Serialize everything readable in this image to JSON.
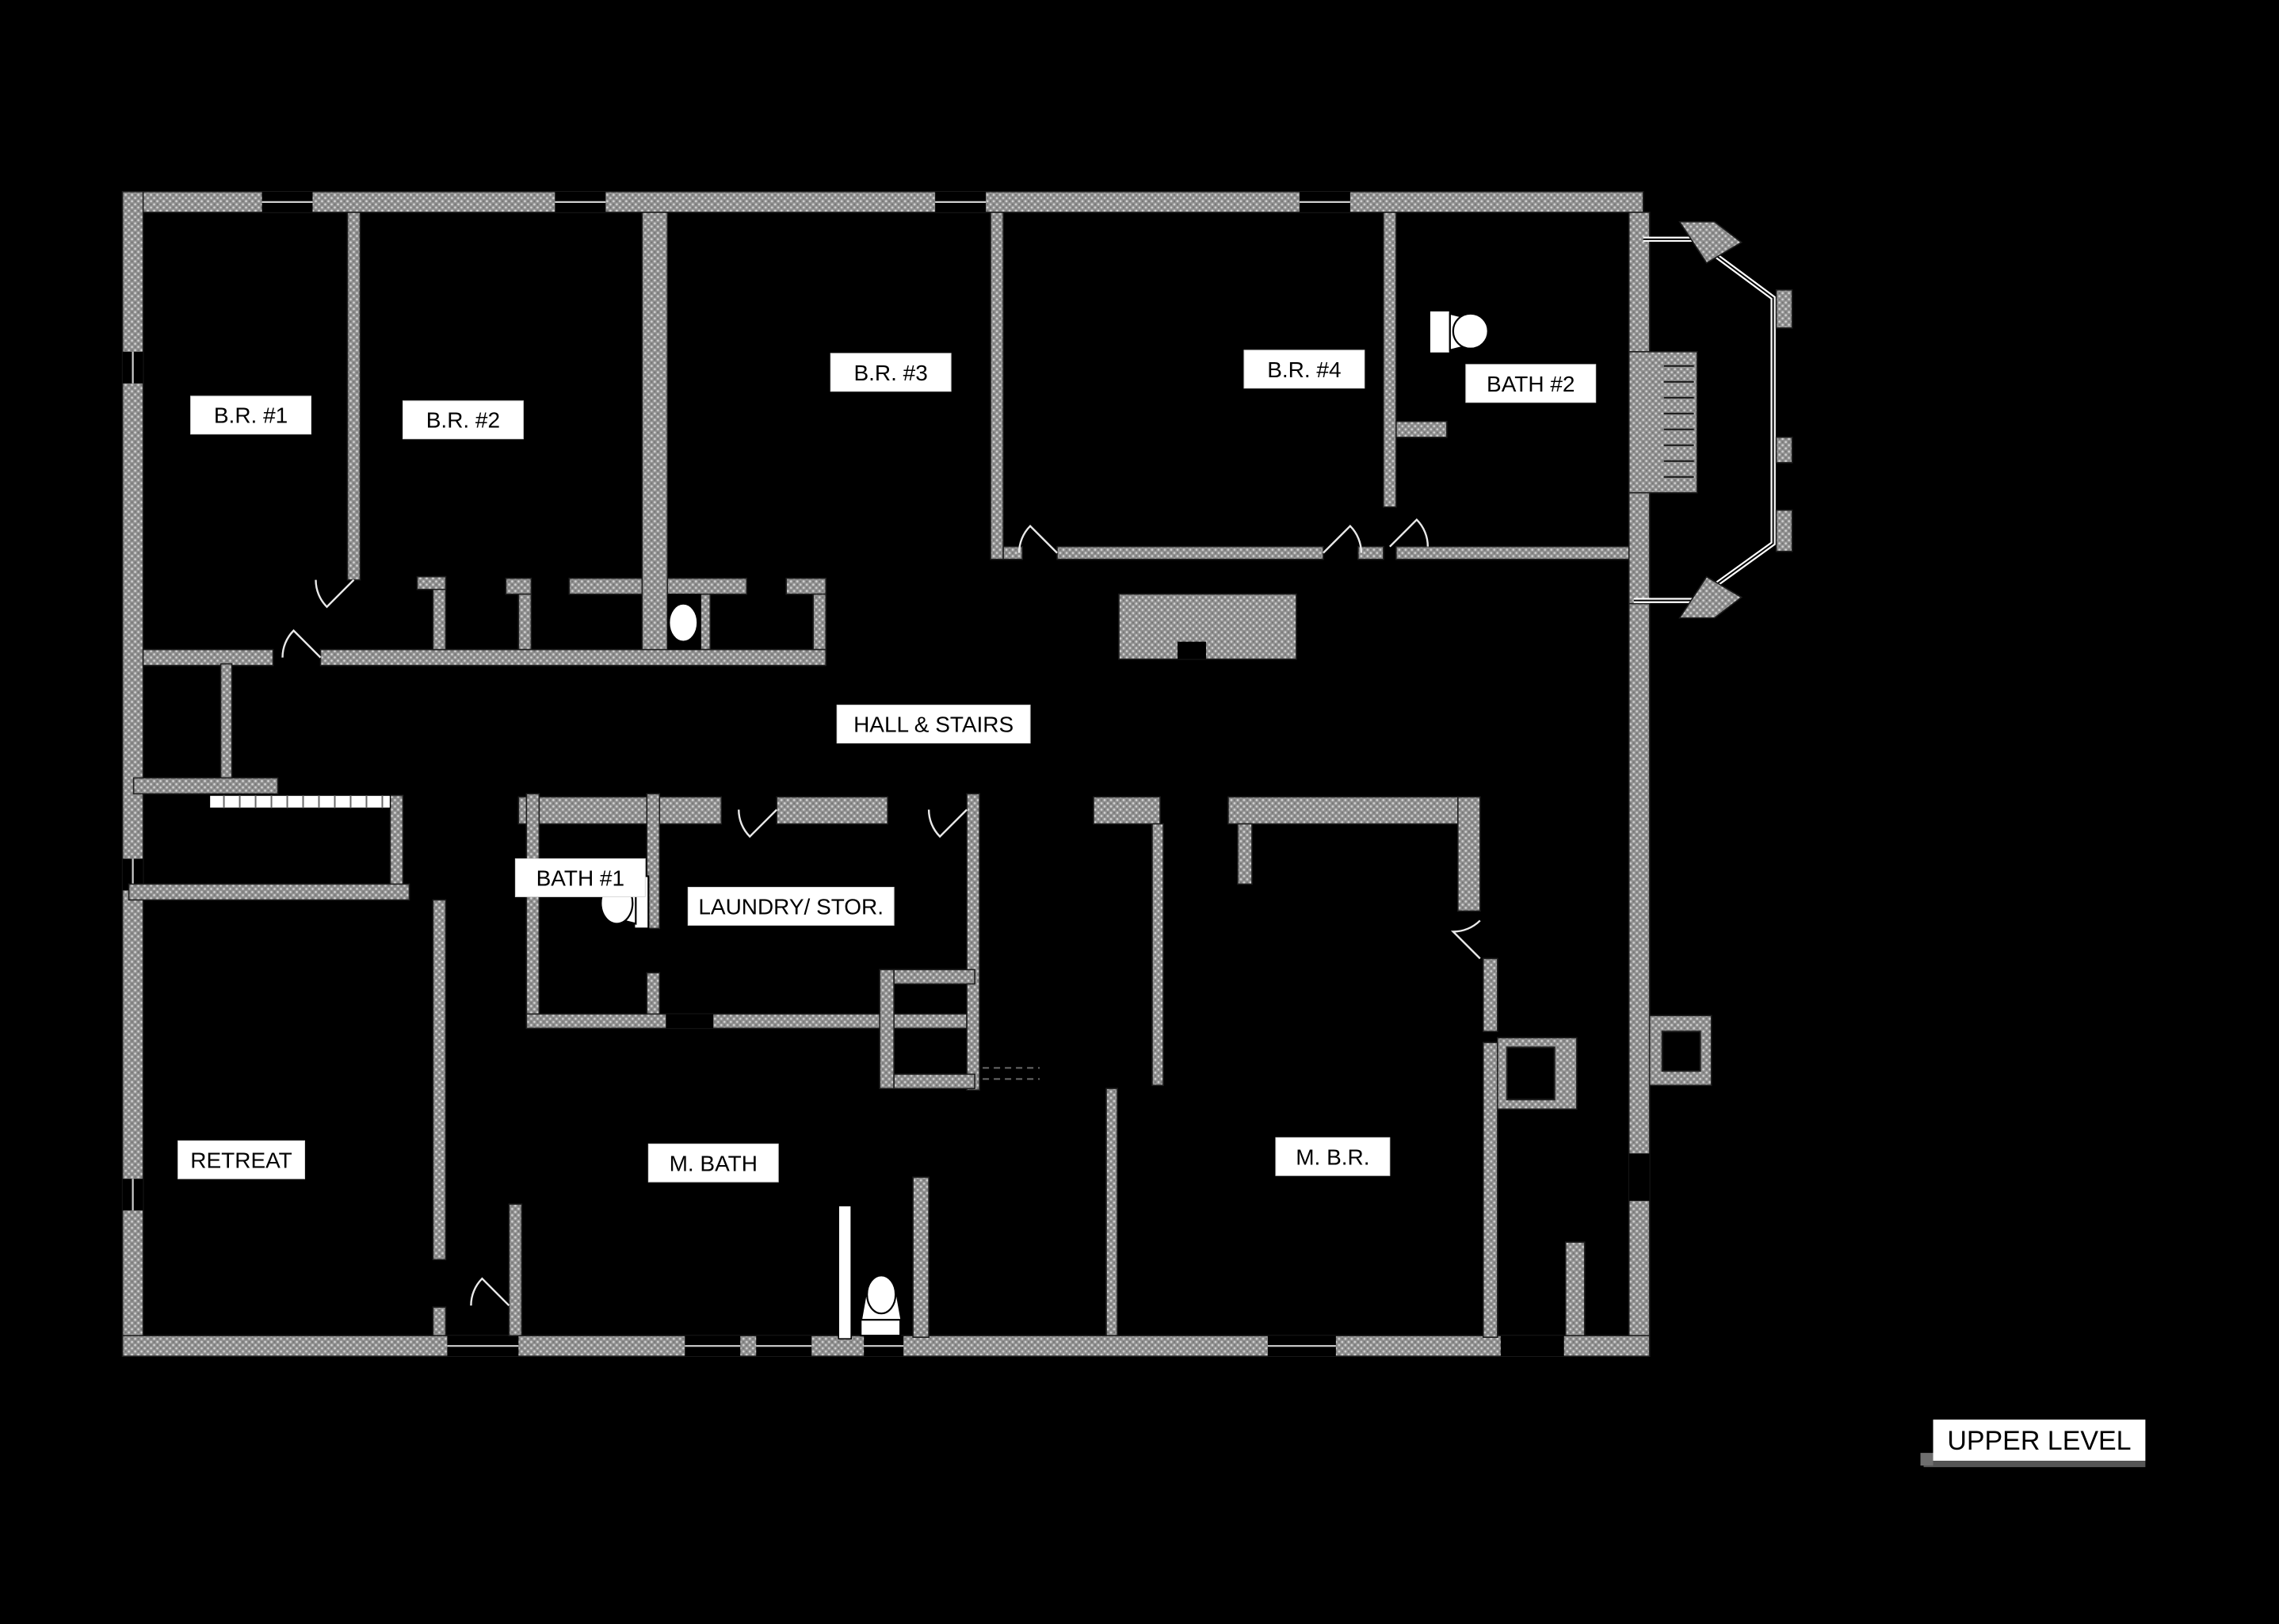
{
  "title": {
    "label": "UPPER LEVEL"
  },
  "rooms": {
    "br1": {
      "label": "B.R. #1"
    },
    "br2": {
      "label": "B.R. #2"
    },
    "br3": {
      "label": "B.R. #3"
    },
    "br4": {
      "label": "B.R. #4"
    },
    "bath2": {
      "label": "BATH #2"
    },
    "hall": {
      "label": "HALL & STAIRS"
    },
    "bath1": {
      "label": "BATH #1"
    },
    "laundry": {
      "label": "LAUNDRY/ STOR."
    },
    "retreat": {
      "label": "RETREAT"
    },
    "mbath": {
      "label": "M. BATH"
    },
    "mbr": {
      "label": "M. B.R."
    }
  },
  "fixtures": [
    "toilet-bath2",
    "toilet-bath1",
    "toilet-mbath",
    "wc-basin",
    "fireplace",
    "exterior-chimney",
    "bay-window",
    "stair-dashed-rail"
  ],
  "colors": {
    "background": "#000000",
    "wall_base": "#8f8f8f",
    "wall_dot": "#d2d2d2",
    "label_bg": "#ffffff",
    "label_text": "#000000",
    "window_line": "#ffffff",
    "title_underline": "#555555"
  }
}
